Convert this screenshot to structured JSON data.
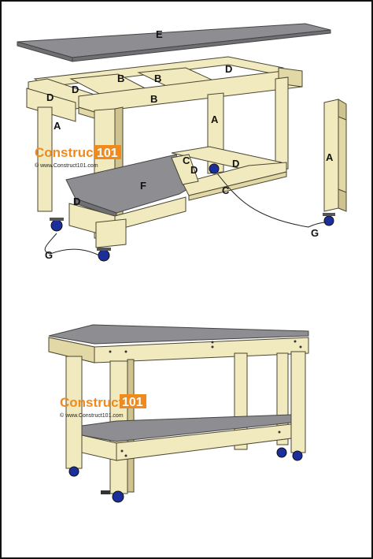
{
  "exploded_view": {
    "labels": {
      "top": "E",
      "apron_front_left": "D",
      "apron_front_mid": "D",
      "apron_front_right": "D",
      "brace_left": "B",
      "brace_mid": "B",
      "brace_front": "B",
      "leg_front_left": "A",
      "leg_front_right": "A",
      "leg_back_right": "A",
      "leg_detached": "A",
      "shelf": "F",
      "shelf_rail_upper": "C",
      "shelf_rail_front": "C",
      "shelf_apron_side": "D",
      "shelf_apron_front": "D",
      "shelf_apron_inner": "D",
      "caster_left": "G",
      "caster_right": "G"
    }
  },
  "watermark": {
    "brand_word": "Construct",
    "brand_number": "101",
    "url": "© www.Construct101.com"
  },
  "colors": {
    "wood": "#f2eabf",
    "plywood": "#8e8e92",
    "brand_orange": "#f08a1c"
  }
}
